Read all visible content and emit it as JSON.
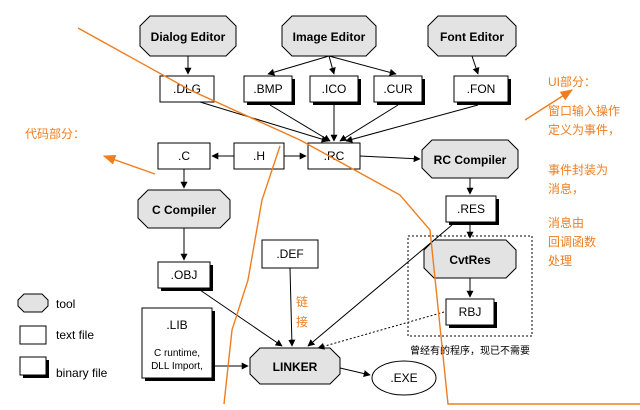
{
  "tools": {
    "dialog_editor": "Dialog Editor",
    "image_editor": "Image Editor",
    "font_editor": "Font Editor",
    "rc_compiler": "RC Compiler",
    "c_compiler": "C Compiler",
    "cvtres": "CvtRes",
    "linker": "LINKER"
  },
  "files": {
    "dlg": ".DLG",
    "bmp": ".BMP",
    "ico": ".ICO",
    "cur": ".CUR",
    "fon": ".FON",
    "c": ".C",
    "h": ".H",
    "rc": ".RC",
    "res": ".RES",
    "obj": ".OBJ",
    "def": ".DEF",
    "rbj": "RBJ",
    "lib": ".LIB",
    "lib_desc_1": "C runtime,",
    "lib_desc_2": "DLL Import,",
    "exe": ".EXE"
  },
  "legend": {
    "tool": "tool",
    "text_file": "text file",
    "binary_file": "binary file"
  },
  "annotations": {
    "ui_part": "UI部分：",
    "ui_desc_1": "窗口输入操作",
    "ui_desc_2": "定义为事件，",
    "ui_desc_3": "事件封装为",
    "ui_desc_4": "消息，",
    "ui_desc_5": "消息由",
    "ui_desc_6": "回调函数",
    "ui_desc_7": "处理",
    "code_part": "代码部分：",
    "link_1": "链",
    "link_2": "接",
    "legacy_note": "曾经有的程序，现已不需要"
  },
  "colors": {
    "annotation": "#f07d1e",
    "tool_fill": "#e3e3e3"
  }
}
